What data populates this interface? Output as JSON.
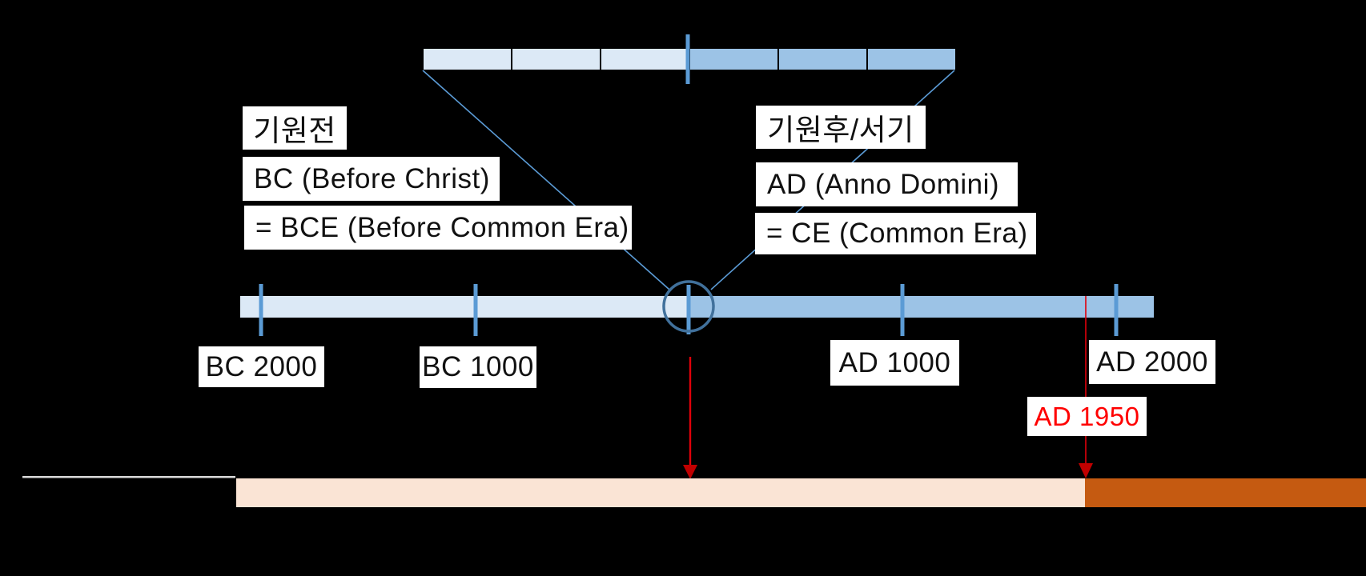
{
  "slide": {
    "background": "#000000"
  },
  "era_annotations": {
    "bc": {
      "title_korean": "기원전",
      "line1": "BC (Before Christ)",
      "line2": "= BCE (Before Common Era)"
    },
    "ad": {
      "title_korean": "기원후/서기",
      "line1": "AD (Anno Domini)",
      "line2": "= CE (Common Era)"
    }
  },
  "timeline": {
    "tick_labels": {
      "bc2000": "BC 2000",
      "bc1000": "BC 1000",
      "ad1000": "AD 1000",
      "ad2000": "AD 2000"
    },
    "marker_label": "AD 1950"
  },
  "colors": {
    "bc_light_blue": "#DCE9F6",
    "ad_medium_blue": "#9CC3E6",
    "tick_blue": "#5B9BD5",
    "circle_outline_blue": "#41719C",
    "arrow_red_line": "#E1000A",
    "arrow_red_head": "#C00000",
    "marker_text_red": "#FF0000",
    "history_bar_peach": "#FAE4D5",
    "history_bar_orange": "#C55A11",
    "baseline_gray": "#D9D9D9"
  }
}
